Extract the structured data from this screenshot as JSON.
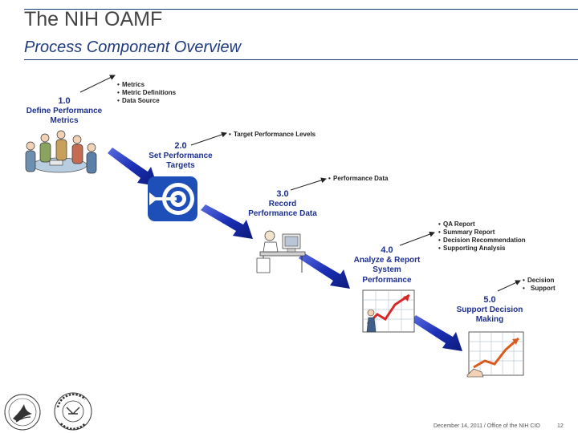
{
  "header": {
    "title": "The NIH OAMF",
    "subtitle": "Process Component Overview"
  },
  "steps": [
    {
      "num": "1.0",
      "lines": [
        "Define Performance",
        "Metrics"
      ],
      "outputs": [
        "Metrics",
        "Metric Definitions",
        "Data Source"
      ]
    },
    {
      "num": "2.0",
      "lines": [
        "Set Performance",
        "Targets"
      ],
      "outputs": [
        "Target Performance Levels"
      ]
    },
    {
      "num": "3.0",
      "lines": [
        "Record",
        "Performance Data"
      ],
      "outputs": [
        "Performance Data"
      ]
    },
    {
      "num": "4.0",
      "lines": [
        "Analyze & Report",
        "System",
        "Performance"
      ],
      "outputs": [
        "QA Report",
        "Summary Report",
        "Decision Recommendation",
        "Supporting Analysis"
      ]
    },
    {
      "num": "5.0",
      "lines": [
        "Support Decision",
        "Making"
      ],
      "outputs": [
        "Decision",
        "Support"
      ]
    }
  ],
  "footer": {
    "text": "December 14, 2011 / Office of the NIH CIO",
    "page": "12"
  },
  "colors": {
    "arrow": "#1a2fb5",
    "step_text": "#1d2f8e",
    "rule": "#1f3b73"
  }
}
